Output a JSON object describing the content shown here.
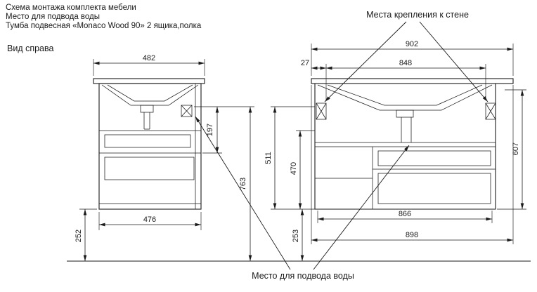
{
  "header": {
    "line1": "Схема монтажа комплекта мебели",
    "line2": "Место для подвода воды",
    "line3": "Тумба подвесная «Monaco Wood 90» 2 ящика,полка"
  },
  "labels": {
    "view_right": "Вид справа",
    "wall_mount_points": "Места крепления к стене",
    "water_supply_point": "Место для подвода воды"
  },
  "dimensions": {
    "side_top_width": "482",
    "side_basin_height": "197",
    "side_bottom_depth": "476",
    "side_floor_gap": "252",
    "overall_height": "763",
    "front_top_width": "902",
    "front_edge_offset": "27",
    "front_mount_spacing": "848",
    "front_left_height": "511",
    "front_drawer_height": "470",
    "front_right_height": "607",
    "front_inner_width": "866",
    "front_bottom_width": "898",
    "front_floor_gap": "253"
  },
  "colors": {
    "line": "#1a1a1a",
    "background": "#ffffff"
  }
}
